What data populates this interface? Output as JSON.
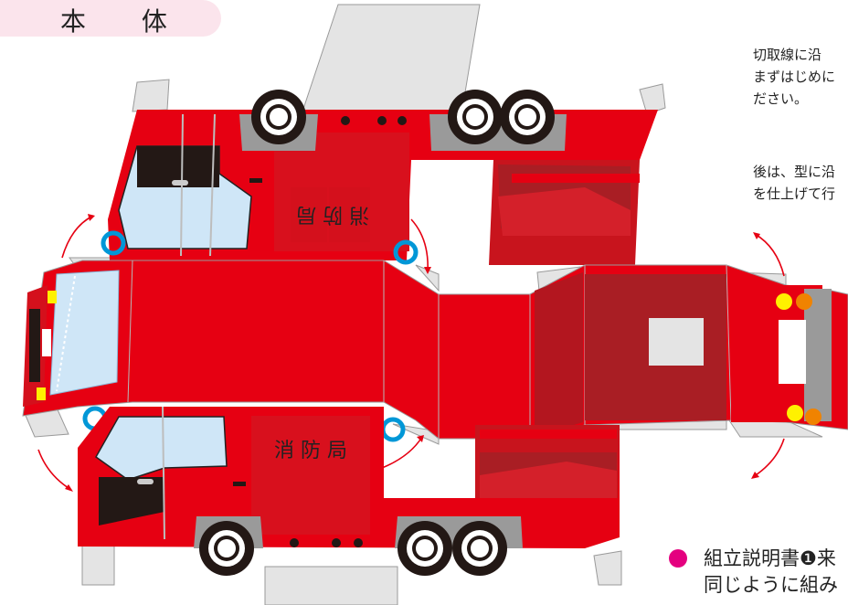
{
  "header": {
    "title": "本 体"
  },
  "instructions": {
    "line1": "切取線に沿",
    "line2": "まずはじめに",
    "line3": "ださい。",
    "line4": "後は、型に沿",
    "line5": "を仕上げて行"
  },
  "truck": {
    "door_text_upper": "消 防 局",
    "door_text_lower": "消 防 局"
  },
  "note": {
    "line1": "組立説明書❶来",
    "line2": "同じように組み"
  },
  "colors": {
    "body_red": "#e60012",
    "dark_red": "#a91e24",
    "window_blue": "#cfe6f7",
    "ring_blue": "#0097d7",
    "tab_gray": "#e4e4e4",
    "accent_magenta": "#e4007f"
  }
}
